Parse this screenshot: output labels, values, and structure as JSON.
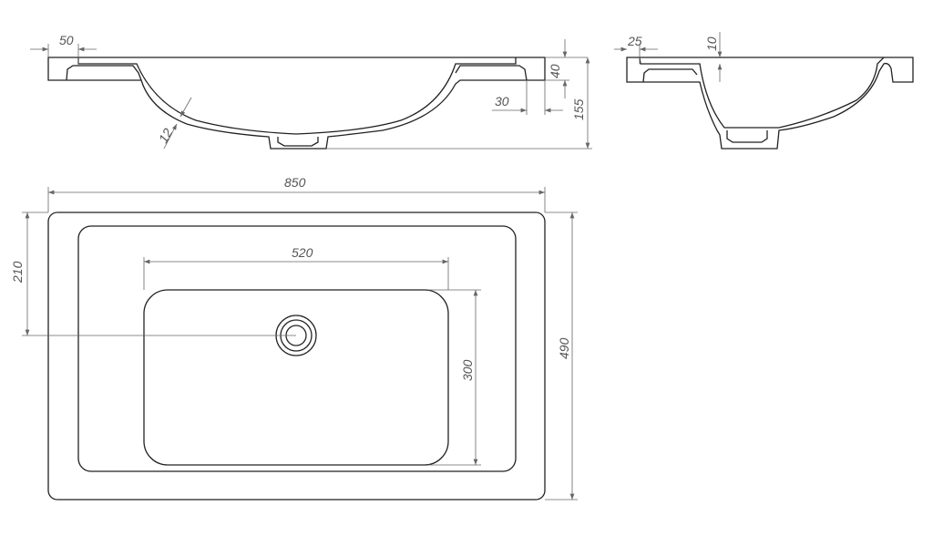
{
  "drawing": {
    "dimensions": {
      "rim_offset_front": "50",
      "rim_thickness": "40",
      "overall_height": "155",
      "flange_offset": "30",
      "wall_thickness": "12",
      "rim_offset_side": "25",
      "top_thickness": "10",
      "overall_width": "850",
      "bowl_width": "520",
      "overall_depth": "490",
      "bowl_depth": "300",
      "drain_offset": "210"
    },
    "colors": {
      "line": "#222222",
      "dimension": "#666666"
    }
  }
}
